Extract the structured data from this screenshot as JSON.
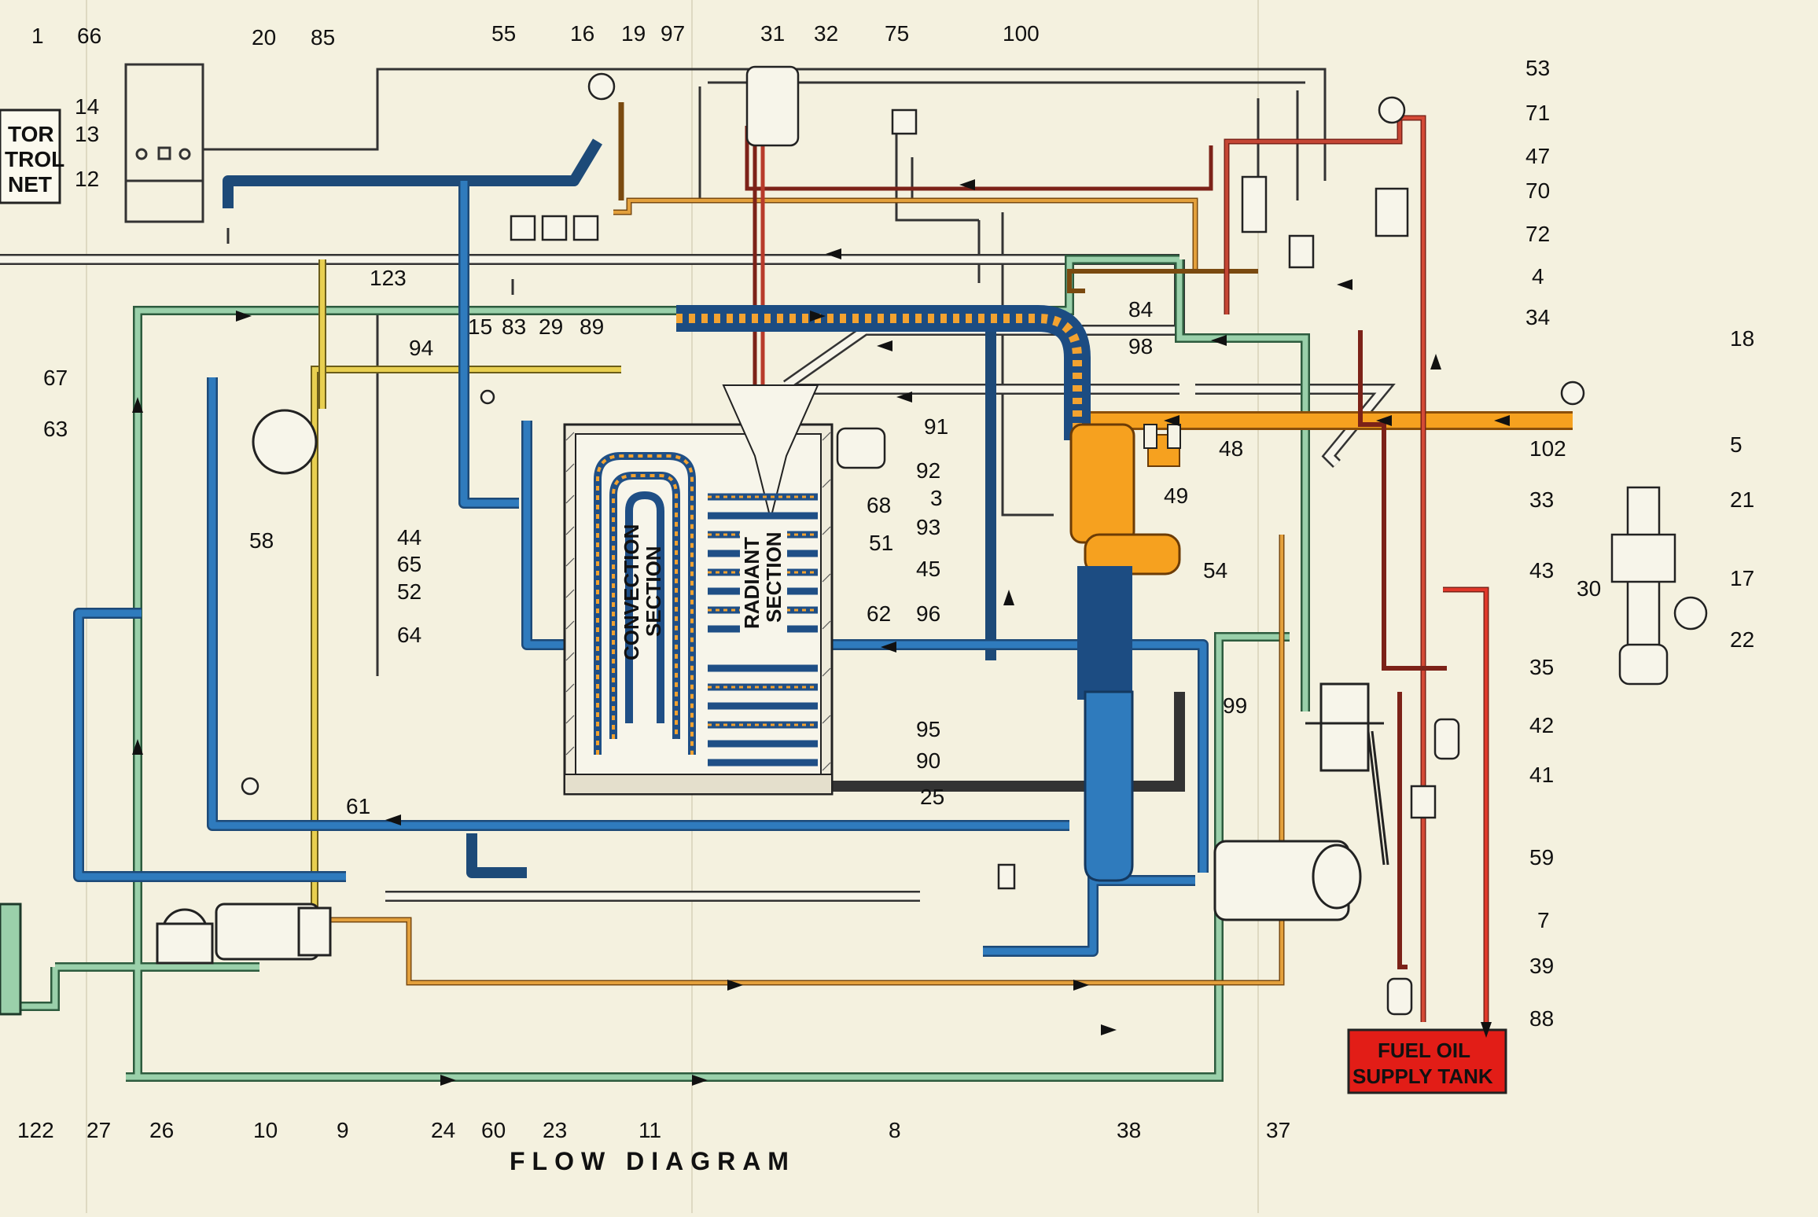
{
  "title": "FLOW DIAGRAM",
  "cabinet_label": [
    "TOR",
    "TROL",
    "NET"
  ],
  "convection_label": [
    "CONVECTION",
    "SECTION"
  ],
  "radiant_label": [
    "RADIANT",
    "SECTION"
  ],
  "tank_label": [
    "FUEL OIL",
    "SUPPLY TANK"
  ],
  "colors": {
    "background": "#f4f1df",
    "water_blue": "#2a6aa6",
    "steam_orange": "#f39a1c",
    "fuel_red": "#c0392b",
    "feed_green": "#8cc7a0",
    "yellow_line": "#e2c94a",
    "tank_red": "#e01f1a"
  },
  "callouts": [
    {
      "n": "1"
    },
    {
      "n": "66"
    },
    {
      "n": "20"
    },
    {
      "n": "85"
    },
    {
      "n": "55"
    },
    {
      "n": "16"
    },
    {
      "n": "19"
    },
    {
      "n": "97"
    },
    {
      "n": "31"
    },
    {
      "n": "32"
    },
    {
      "n": "75"
    },
    {
      "n": "100"
    },
    {
      "n": "53"
    },
    {
      "n": "71"
    },
    {
      "n": "47"
    },
    {
      "n": "70"
    },
    {
      "n": "72"
    },
    {
      "n": "4"
    },
    {
      "n": "34"
    },
    {
      "n": "18"
    },
    {
      "n": "14"
    },
    {
      "n": "13"
    },
    {
      "n": "12"
    },
    {
      "n": "123"
    },
    {
      "n": "67"
    },
    {
      "n": "63"
    },
    {
      "n": "94"
    },
    {
      "n": "15"
    },
    {
      "n": "83"
    },
    {
      "n": "29"
    },
    {
      "n": "89"
    },
    {
      "n": "84"
    },
    {
      "n": "98"
    },
    {
      "n": "5"
    },
    {
      "n": "102"
    },
    {
      "n": "21"
    },
    {
      "n": "48"
    },
    {
      "n": "91"
    },
    {
      "n": "92"
    },
    {
      "n": "3"
    },
    {
      "n": "93"
    },
    {
      "n": "49"
    },
    {
      "n": "33"
    },
    {
      "n": "58"
    },
    {
      "n": "44"
    },
    {
      "n": "65"
    },
    {
      "n": "52"
    },
    {
      "n": "68"
    },
    {
      "n": "51"
    },
    {
      "n": "45"
    },
    {
      "n": "54"
    },
    {
      "n": "43"
    },
    {
      "n": "30"
    },
    {
      "n": "17"
    },
    {
      "n": "64"
    },
    {
      "n": "62"
    },
    {
      "n": "96"
    },
    {
      "n": "35"
    },
    {
      "n": "22"
    },
    {
      "n": "99"
    },
    {
      "n": "95"
    },
    {
      "n": "90"
    },
    {
      "n": "42"
    },
    {
      "n": "41"
    },
    {
      "n": "61"
    },
    {
      "n": "25"
    },
    {
      "n": "59"
    },
    {
      "n": "7"
    },
    {
      "n": "39"
    },
    {
      "n": "88"
    },
    {
      "n": "122"
    },
    {
      "n": "27"
    },
    {
      "n": "26"
    },
    {
      "n": "10"
    },
    {
      "n": "9"
    },
    {
      "n": "24"
    },
    {
      "n": "60"
    },
    {
      "n": "23"
    },
    {
      "n": "11"
    },
    {
      "n": "8"
    },
    {
      "n": "38"
    },
    {
      "n": "37"
    }
  ]
}
